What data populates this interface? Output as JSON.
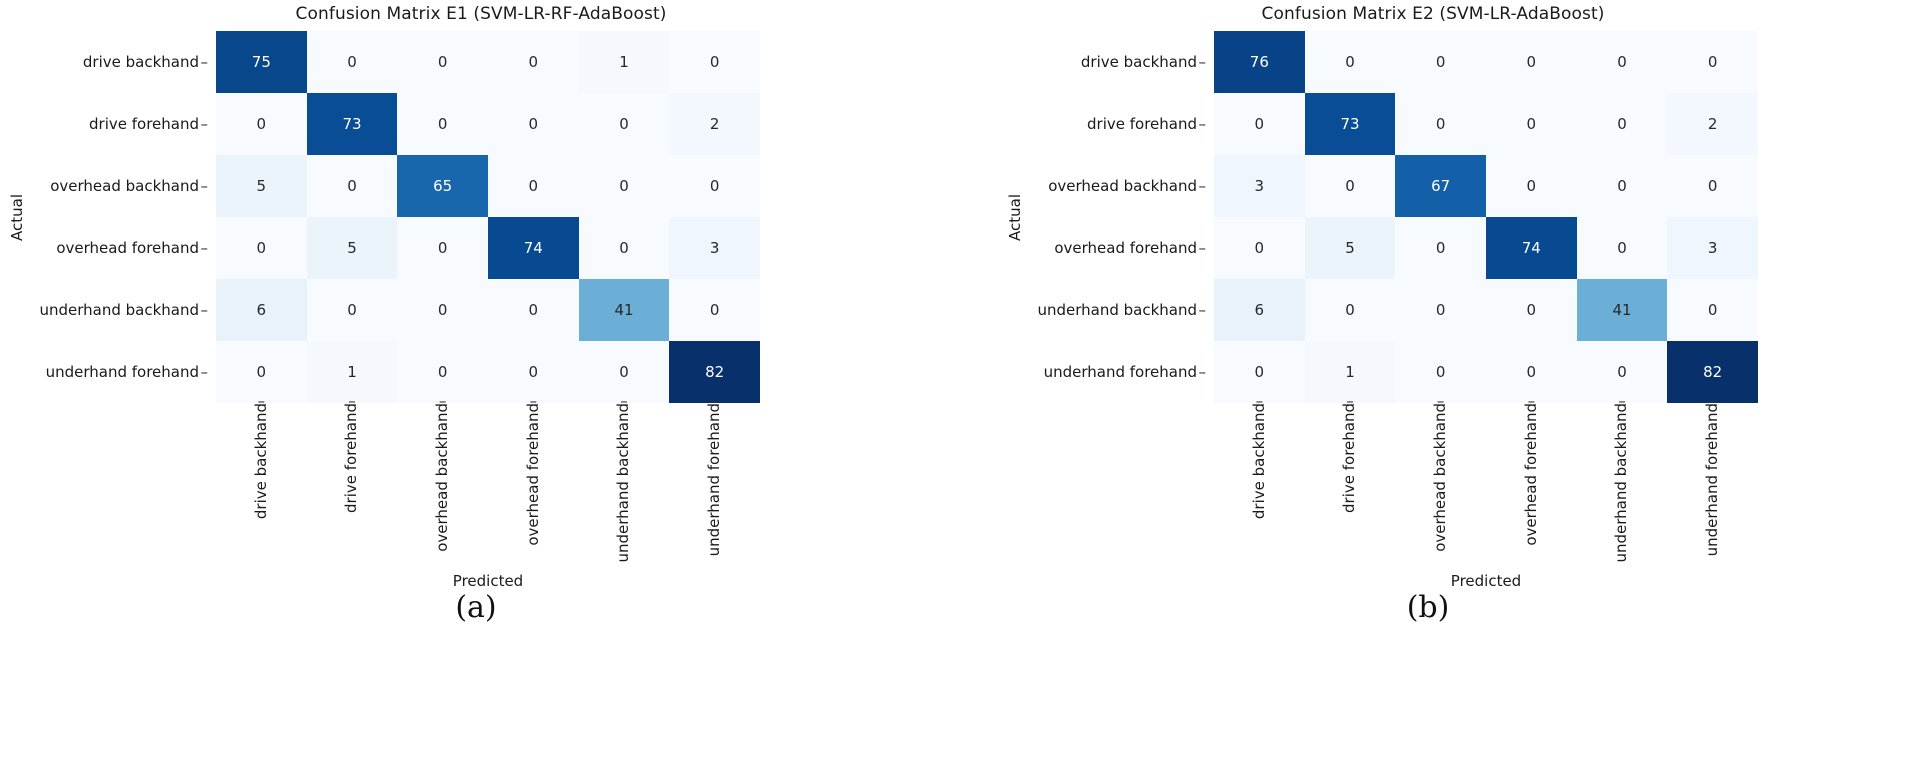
{
  "figure": {
    "panels": [
      {
        "caption": "(a)",
        "chart_data": {
          "type": "heatmap",
          "title": "Confusion Matrix E1 (SVM-LR-RF-AdaBoost)",
          "xlabel": "Predicted",
          "ylabel": "Actual",
          "colormap": "Blues",
          "vmin": 0,
          "vmax": 82,
          "grid": false,
          "legend": "none",
          "categories": [
            "drive backhand",
            "drive forehand",
            "overhead backhand",
            "overhead forehand",
            "underhand backhand",
            "underhand forehand"
          ],
          "row_labels": [
            "drive backhand",
            "drive forehand",
            "overhead backhand",
            "overhead forehand",
            "underhand backhand",
            "underhand forehand"
          ],
          "col_labels": [
            "drive backhand",
            "drive forehand",
            "overhead backhand",
            "overhead forehand",
            "underhand backhand",
            "underhand forehand"
          ],
          "values": [
            [
              75,
              0,
              0,
              0,
              1,
              0
            ],
            [
              0,
              73,
              0,
              0,
              0,
              2
            ],
            [
              5,
              0,
              65,
              0,
              0,
              0
            ],
            [
              0,
              5,
              0,
              74,
              0,
              3
            ],
            [
              6,
              0,
              0,
              0,
              41,
              0
            ],
            [
              0,
              1,
              0,
              0,
              0,
              82
            ]
          ]
        }
      },
      {
        "caption": "(b)",
        "chart_data": {
          "type": "heatmap",
          "title": "Confusion Matrix E2 (SVM-LR-AdaBoost)",
          "xlabel": "Predicted",
          "ylabel": "Actual",
          "colormap": "Blues",
          "vmin": 0,
          "vmax": 82,
          "grid": false,
          "legend": "none",
          "categories": [
            "drive backhand",
            "drive forehand",
            "overhead backhand",
            "overhead forehand",
            "underhand backhand",
            "underhand forehand"
          ],
          "row_labels": [
            "drive backhand",
            "drive forehand",
            "overhead backhand",
            "overhead forehand",
            "underhand backhand",
            "underhand forehand"
          ],
          "col_labels": [
            "drive backhand",
            "drive forehand",
            "overhead backhand",
            "overhead forehand",
            "underhand backhand",
            "underhand forehand"
          ],
          "values": [
            [
              76,
              0,
              0,
              0,
              0,
              0
            ],
            [
              0,
              73,
              0,
              0,
              0,
              2
            ],
            [
              3,
              0,
              67,
              0,
              0,
              0
            ],
            [
              0,
              5,
              0,
              74,
              0,
              3
            ],
            [
              6,
              0,
              0,
              0,
              41,
              0
            ],
            [
              0,
              1,
              0,
              0,
              0,
              82
            ]
          ]
        }
      }
    ]
  }
}
